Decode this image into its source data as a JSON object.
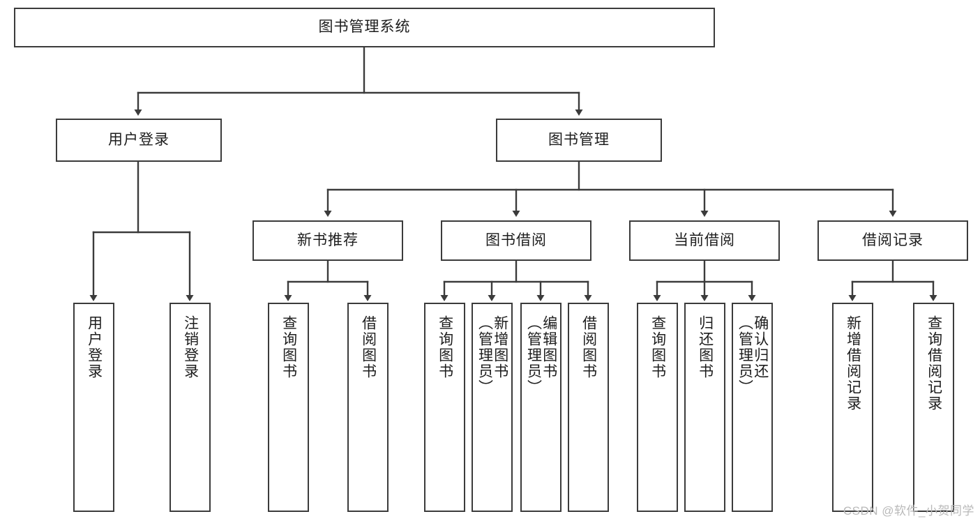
{
  "diagram": {
    "title": "图书管理系统",
    "type": "hierarchy-tree",
    "watermark": "CSDN @软件_小贺同学",
    "colors": {
      "box_border": "#3b3b3b",
      "box_fill": "#ffffff",
      "connector": "#3b3b3b",
      "text": "#1d1d1d",
      "watermark": "#b9b9b9",
      "background": "#ffffff"
    }
  },
  "nodes": {
    "root": {
      "label": "图书管理系统"
    },
    "level2": [
      {
        "id": "user-login",
        "label": "用户登录"
      },
      {
        "id": "book-manage",
        "label": "图书管理"
      }
    ],
    "level3": [
      {
        "id": "new-book-rec",
        "label": "新书推荐"
      },
      {
        "id": "book-borrow",
        "label": "图书借阅"
      },
      {
        "id": "current-borrow",
        "label": "当前借阅"
      },
      {
        "id": "borrow-record",
        "label": "借阅记录"
      }
    ],
    "leaves": {
      "user-login": [
        {
          "id": "leaf-user-login",
          "label": "用户登录"
        },
        {
          "id": "leaf-user-logout",
          "label": "注销登录"
        }
      ],
      "new-book-rec": [
        {
          "id": "leaf-query-book-1",
          "label": "查询图书"
        },
        {
          "id": "leaf-borrow-book-1",
          "label": "借阅图书"
        }
      ],
      "book-borrow": [
        {
          "id": "leaf-query-book-2",
          "label": "查询图书"
        },
        {
          "id": "leaf-add-book",
          "label": "新增图书\n（管理员）"
        },
        {
          "id": "leaf-edit-book",
          "label": "编辑图书\n（管理员）"
        },
        {
          "id": "leaf-borrow-book-2",
          "label": "借阅图书"
        }
      ],
      "current-borrow": [
        {
          "id": "leaf-query-book-3",
          "label": "查询图书"
        },
        {
          "id": "leaf-return-book",
          "label": "归还图书"
        },
        {
          "id": "leaf-confirm-return",
          "label": "确认归还\n（管理员）"
        }
      ],
      "borrow-record": [
        {
          "id": "leaf-add-record",
          "label": "新增借阅记录"
        },
        {
          "id": "leaf-query-record",
          "label": "查询借阅记录"
        }
      ]
    }
  },
  "edges": [
    {
      "from": "图书管理系统",
      "to": "用户登录"
    },
    {
      "from": "图书管理系统",
      "to": "图书管理"
    },
    {
      "from": "图书管理",
      "to": "新书推荐"
    },
    {
      "from": "图书管理",
      "to": "图书借阅"
    },
    {
      "from": "图书管理",
      "to": "当前借阅"
    },
    {
      "from": "图书管理",
      "to": "借阅记录"
    },
    {
      "from": "用户登录",
      "to": "用户登录"
    },
    {
      "from": "用户登录",
      "to": "注销登录"
    },
    {
      "from": "新书推荐",
      "to": "查询图书"
    },
    {
      "from": "新书推荐",
      "to": "借阅图书"
    },
    {
      "from": "图书借阅",
      "to": "查询图书"
    },
    {
      "from": "图书借阅",
      "to": "新增图书（管理员）"
    },
    {
      "from": "图书借阅",
      "to": "编辑图书（管理员）"
    },
    {
      "from": "图书借阅",
      "to": "借阅图书"
    },
    {
      "from": "当前借阅",
      "to": "查询图书"
    },
    {
      "from": "当前借阅",
      "to": "归还图书"
    },
    {
      "from": "当前借阅",
      "to": "确认归还（管理员）"
    },
    {
      "from": "借阅记录",
      "to": "新增借阅记录"
    },
    {
      "from": "借阅记录",
      "to": "查询借阅记录"
    }
  ]
}
